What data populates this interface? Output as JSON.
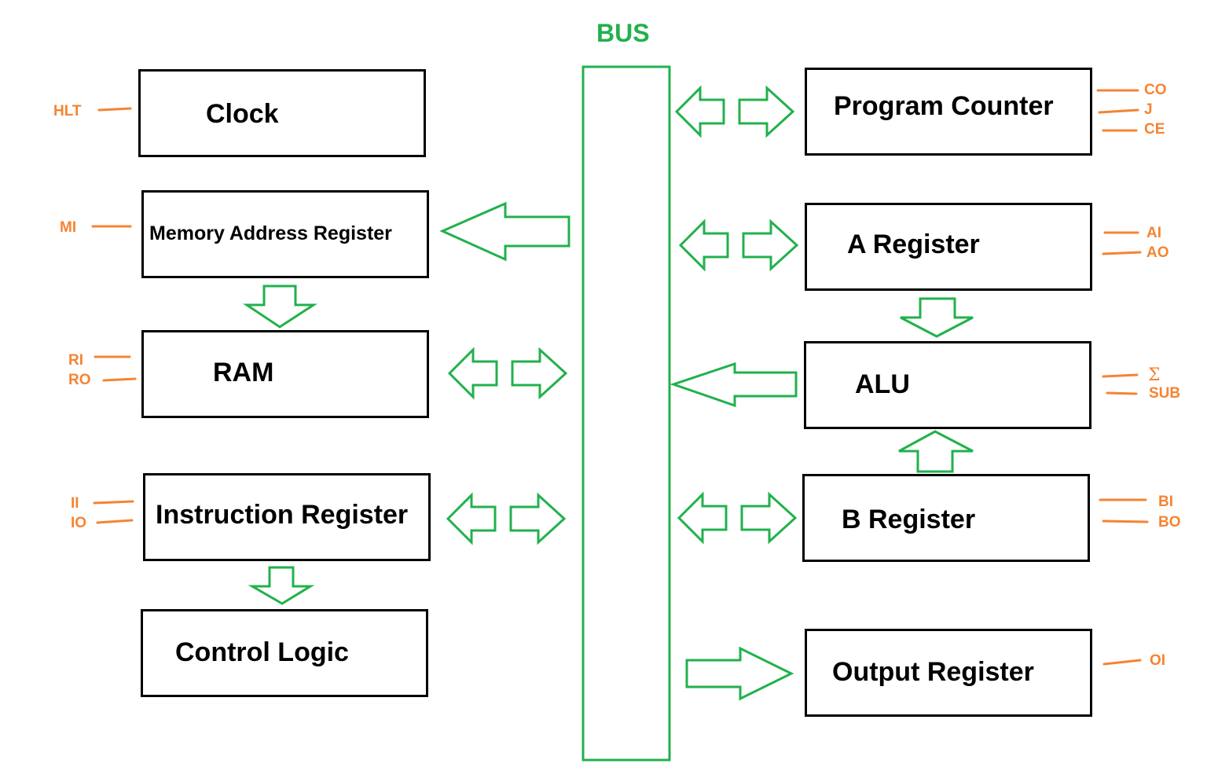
{
  "bus": {
    "label": "BUS"
  },
  "components": {
    "clock": "Clock",
    "mar": "Memory Address Register",
    "ram": "RAM",
    "ir": "Instruction Register",
    "control": "Control Logic",
    "pc": "Program Counter",
    "areg": "A Register",
    "alu": "ALU",
    "breg": "B Register",
    "out": "Output Register"
  },
  "signals": {
    "hlt": "HLT",
    "mi": "MI",
    "ri": "RI",
    "ro": "RO",
    "ii": "II",
    "io": "IO",
    "co": "CO",
    "j": "J",
    "ce": "CE",
    "ai": "AI",
    "ao": "AO",
    "sum": "Σ",
    "sub": "SUB",
    "bi": "BI",
    "bo": "BO",
    "oi": "OI"
  },
  "colors": {
    "bus": "#22b14c",
    "signal": "#f58431",
    "box": "#000000"
  }
}
